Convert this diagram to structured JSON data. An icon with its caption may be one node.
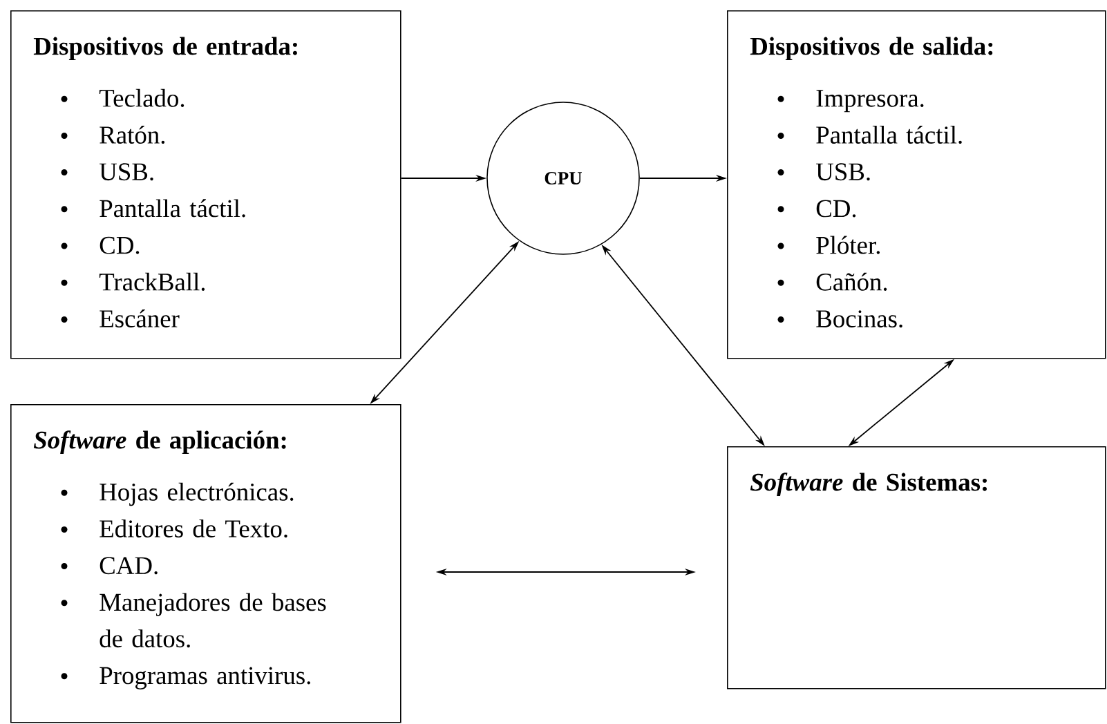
{
  "diagram": {
    "nodes": [
      {
        "text": [
          "Dispositivos de entrada:",
          "Teclado.",
          "Ratón.",
          "USB.",
          "Pantalla táctil.",
          "CD.",
          "TrackBall.",
          "Escáner"
        ]
      },
      {
        "text": [
          "CPU"
        ]
      },
      {
        "text": [
          "Dispositivos de salida:",
          "Impresora.",
          "Pantalla táctil.",
          "USB.",
          "CD.",
          "Plóter.",
          "Cañón.",
          "Bocinas."
        ]
      },
      {
        "text": [
          "*Software* de aplicación:",
          "Hojas electrónicas.",
          "Editores de Texto.",
          "CAD.",
          "Manejadores de bases de datos.",
          "Programas antivirus."
        ]
      },
      {
        "text": [
          "*Software* de Sistemas:"
        ]
      }
    ],
    "edges": [
      {
        "from": 0,
        "to": 1,
        "arrow": "to"
      },
      {
        "from": 1,
        "to": 2,
        "arrow": "to"
      },
      {
        "from": 1,
        "to": 3,
        "arrow": "both"
      },
      {
        "from": 1,
        "to": 4,
        "arrow": "both"
      },
      {
        "from": 4,
        "to": 2,
        "arrow": "both"
      },
      {
        "from": 3,
        "to": 4,
        "arrow": "both"
      }
    ]
  }
}
